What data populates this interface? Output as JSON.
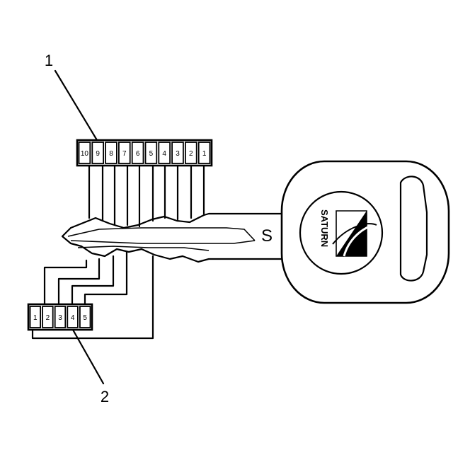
{
  "callouts": {
    "upper": "1",
    "lower": "2"
  },
  "upper_connector": {
    "pins": [
      "10",
      "9",
      "8",
      "7",
      "6",
      "5",
      "4",
      "3",
      "2",
      "1"
    ]
  },
  "lower_connector": {
    "pins": [
      "1",
      "2",
      "3",
      "4",
      "5"
    ]
  },
  "key": {
    "blade_letter": "S",
    "brand": "SATURN"
  }
}
